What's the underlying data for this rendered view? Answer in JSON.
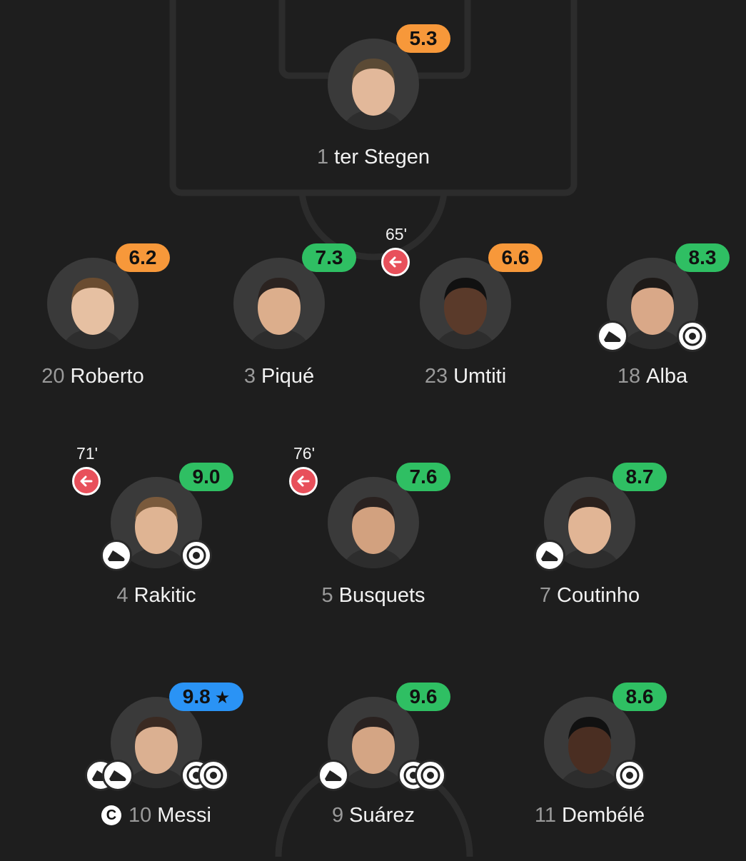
{
  "lineup": {
    "players": [
      {
        "id": "terstegen",
        "number": "1",
        "name": "ter Stegen",
        "rating": "5.3",
        "rating_color": "orange"
      },
      {
        "id": "roberto",
        "number": "20",
        "name": "Roberto",
        "rating": "6.2",
        "rating_color": "orange"
      },
      {
        "id": "pique",
        "number": "3",
        "name": "Piqué",
        "rating": "7.3",
        "rating_color": "green"
      },
      {
        "id": "umtiti",
        "number": "23",
        "name": "Umtiti",
        "rating": "6.6",
        "rating_color": "orange",
        "sub_minute": "65'"
      },
      {
        "id": "alba",
        "number": "18",
        "name": "Alba",
        "rating": "8.3",
        "rating_color": "green",
        "badges": [
          "boot-icon",
          "ball-icon"
        ]
      },
      {
        "id": "rakitic",
        "number": "4",
        "name": "Rakitic",
        "rating": "9.0",
        "rating_color": "green",
        "sub_minute": "71'",
        "badges": [
          "boot-icon",
          "ball-icon"
        ]
      },
      {
        "id": "busquets",
        "number": "5",
        "name": "Busquets",
        "rating": "7.6",
        "rating_color": "green",
        "sub_minute": "76'"
      },
      {
        "id": "coutinho",
        "number": "7",
        "name": "Coutinho",
        "rating": "8.7",
        "rating_color": "green",
        "badges": [
          "boot-icon"
        ]
      },
      {
        "id": "messi",
        "number": "10",
        "name": "Messi",
        "rating": "9.8",
        "rating_color": "blue",
        "captain": "C",
        "best_player": true,
        "badges": [
          "boot-icon",
          "boot-icon",
          "ball-icon",
          "ball-icon"
        ]
      },
      {
        "id": "suarez",
        "number": "9",
        "name": "Suárez",
        "rating": "9.6",
        "rating_color": "green",
        "badges": [
          "boot-icon",
          "ball-icon",
          "ball-icon"
        ]
      },
      {
        "id": "dembele",
        "number": "11",
        "name": "Dembélé",
        "rating": "8.6",
        "rating_color": "green",
        "badges": [
          "ball-icon"
        ]
      }
    ]
  },
  "colors": {
    "background": "#1e1e1e",
    "rating_orange": "#f7983a",
    "rating_green": "#2fbf63",
    "rating_blue": "#2a93f5",
    "sub_out_red": "#e8505b"
  }
}
